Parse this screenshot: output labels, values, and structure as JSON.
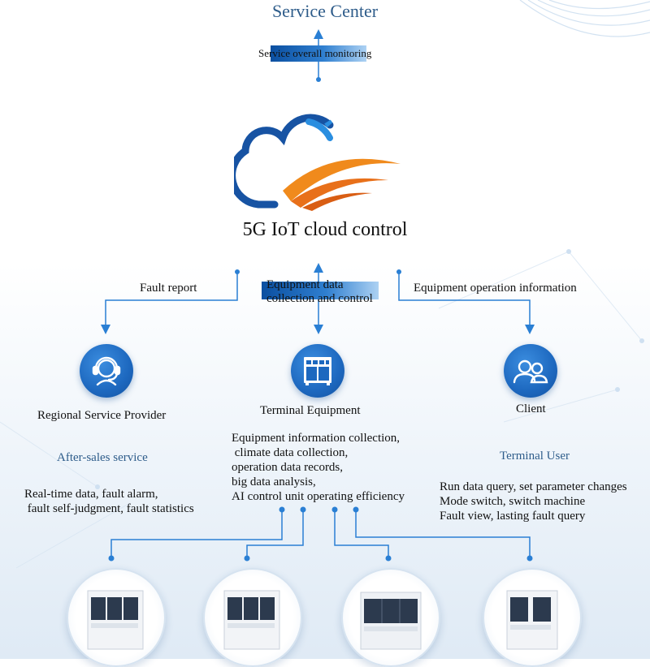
{
  "top": {
    "title": "Service Center",
    "monitor_label": "Service overall monitoring"
  },
  "center": {
    "title": "5G IoT cloud control",
    "collection_label": "Equipment data\ncollection and control"
  },
  "branches": {
    "fault_report": "Fault report",
    "operation_info": "Equipment operation information"
  },
  "nodes": [
    {
      "name": "Regional Service Provider",
      "subtitle": "After-sales service",
      "description": "Real-time data, fault alarm,\n fault self-judgment, fault statistics",
      "icon": "support-agent-icon"
    },
    {
      "name": "Terminal Equipment",
      "subtitle": "",
      "description": "Equipment information collection,\n climate data collection,\noperation data records,\nbig data analysis,\nAI control unit operating efficiency",
      "icon": "hvac-unit-icon"
    },
    {
      "name": "Client",
      "subtitle": "Terminal User",
      "description": "Run data query, set parameter changes\nMode switch, switch machine\nFault view, lasting fault query",
      "icon": "users-icon"
    }
  ],
  "colors": {
    "accent_blue": "#1d68bf",
    "line_blue": "#2a7fd4",
    "cloud_orange": "#f08a1c",
    "title_blue": "#2e5c8a"
  }
}
